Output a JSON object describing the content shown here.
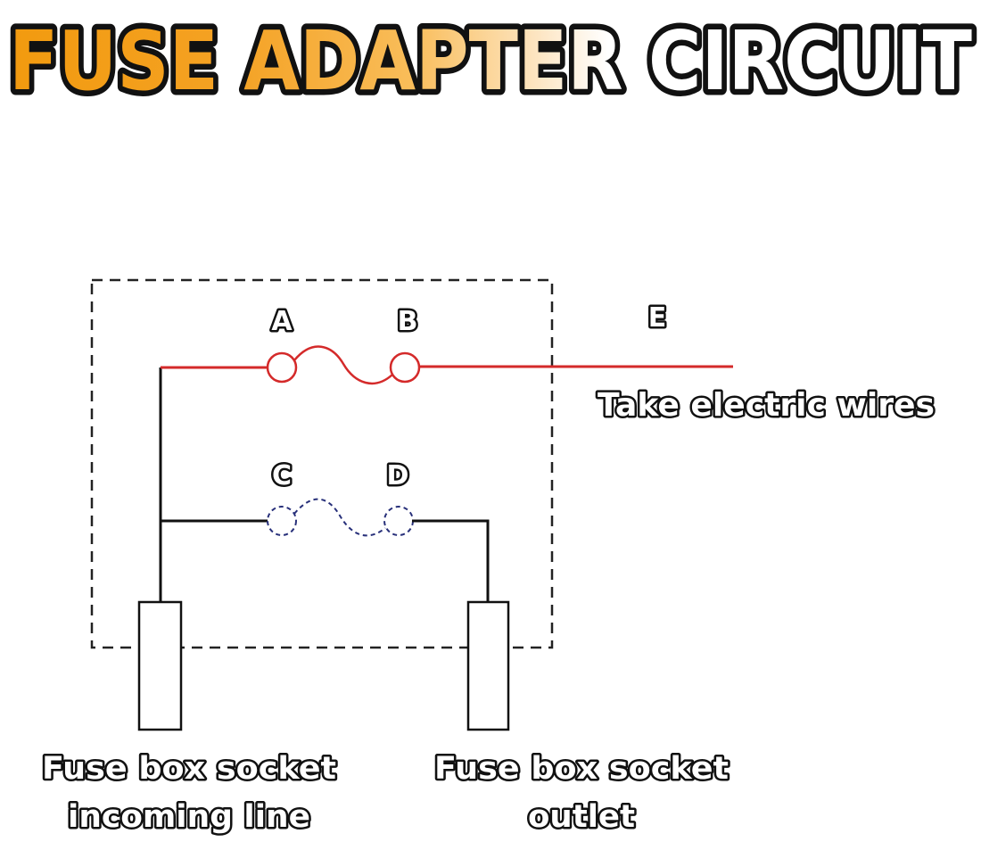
{
  "title": {
    "part1": "FUSE ADAPTER",
    "part2": "CIRCUIT"
  },
  "points": {
    "a": "A",
    "b": "B",
    "c": "C",
    "d": "D",
    "e": "E"
  },
  "labels": {
    "take_wires": "Take electric wires",
    "incoming_line1": "Fuse box socket",
    "incoming_line2": "incoming line",
    "outlet_line1": "Fuse box socket",
    "outlet_line2": "outlet"
  },
  "colors": {
    "title_gradient": [
      "#f29a0e",
      "#f8b648",
      "#fde4bf",
      "#ffffff"
    ],
    "live_wire": "#d42a2a",
    "dashed_fuse": "#28307a",
    "wire": "#111111"
  }
}
